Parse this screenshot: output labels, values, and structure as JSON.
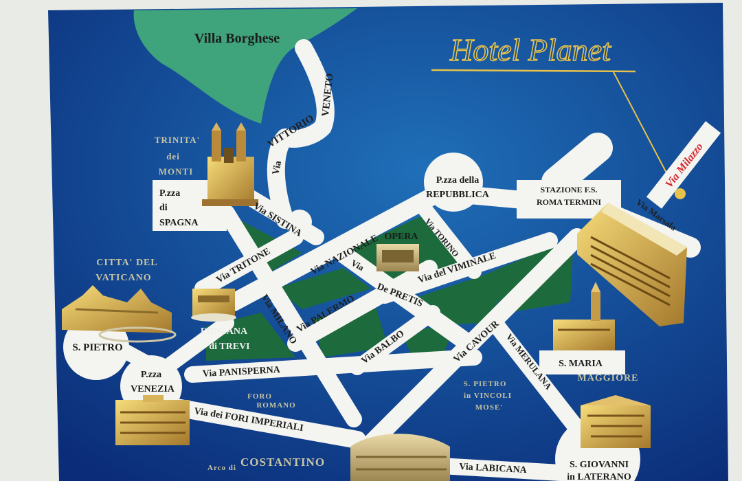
{
  "colors": {
    "background": "#e9ebe7",
    "sea_light": "#1f6fb8",
    "sea_dark": "#0b2c78",
    "park": "#3fa37c",
    "square_green": "#1d6a3c",
    "road": "#f4f4f0",
    "gold": "#e8c24a",
    "via_milazzo_text": "#d8242d"
  },
  "hotel": {
    "name": "Hotel Planet"
  },
  "park": {
    "label": "Villa Borghese"
  },
  "streets": {
    "vittorio_veneto": {
      "a": "Via",
      "b": "VITTORIO",
      "c": "VENETO"
    },
    "sistina": "Via SISTINA",
    "tritone": "Via TRITONE",
    "nazionale": "Via NAZIONALE",
    "torino": "Via TORINO",
    "viminale": "Via del VIMINALE",
    "milano": "Via MILANO",
    "palermo": "Via PALERMO",
    "de_pretis": {
      "a": "Via",
      "b": "De PRETIS"
    },
    "balbo": "Via BALBO",
    "cavour": "Via CAVOUR",
    "merulana": "Via MERULANA",
    "panisperna": "Via PANISPERNA",
    "fori_imperiali": "Via dei FORI IMPERIALI",
    "labicana": "Via LABICANA",
    "marsala": "Via Marsala",
    "milazzo": "Via Milazzo"
  },
  "places": {
    "trinita": [
      "TRINITA'",
      "dei",
      "MONTI"
    ],
    "spagna": [
      "P.zza",
      "di",
      "SPAGNA"
    ],
    "repubblica": [
      "P.zza della",
      "REPUBBLICA"
    ],
    "stazione": [
      "STAZIONE  F.S.",
      "ROMA TERMINI"
    ],
    "opera": "OPERA",
    "vaticano": [
      "CITTA' DEL",
      "VATICANO"
    ],
    "s_pietro": "S. PIETRO",
    "fontana": [
      "FONTANA",
      "di TREVI"
    ],
    "venezia": [
      "P.zza",
      "VENEZIA"
    ],
    "foro": [
      "FORO",
      "ROMANO"
    ],
    "vincoli": [
      "S. PIETRO",
      "in VINCOLI",
      "MOSE'"
    ],
    "s_maria": [
      "S. MARIA",
      "MAGGIORE"
    ],
    "s_giovanni": [
      "S. GIOVANNI",
      "in LATERANO"
    ],
    "costantino": [
      "Arco di",
      "COSTANTINO"
    ]
  },
  "icons": [
    "trinita-church-icon",
    "termini-station-icon",
    "opera-house-icon",
    "st-peters-basilica-icon",
    "trevi-fountain-icon",
    "vittoriano-monument-icon",
    "colosseum-icon",
    "santa-maria-maggiore-icon",
    "san-giovanni-icon",
    "hotel-marker-icon"
  ]
}
